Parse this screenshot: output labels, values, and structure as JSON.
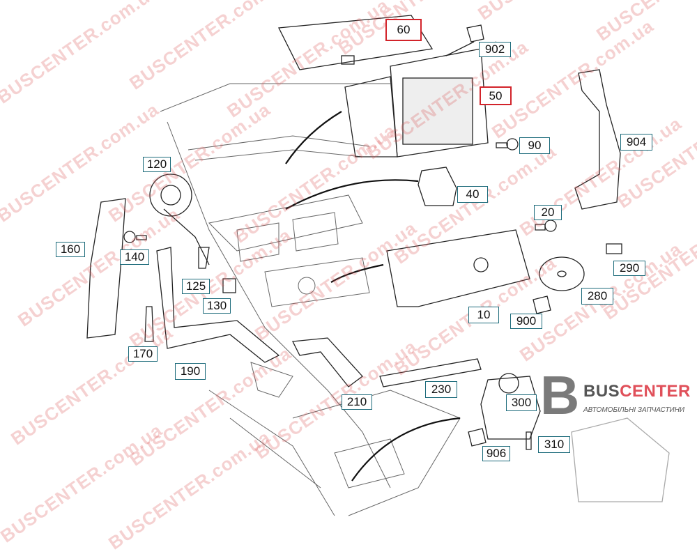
{
  "watermark": "BUSCENTER.com.ua",
  "logo": {
    "name_a": "BUS",
    "name_b": "CENTER",
    "letter": "B",
    "tagline": "АВТОМОБІЛЬНІ ЗАПЧАСТИНИ"
  },
  "colors": {
    "highlight": "#d2232a",
    "label_border": "#1b6a7a",
    "watermark": "#dc5a5a"
  },
  "parts": [
    {
      "id": "60",
      "highlighted": true
    },
    {
      "id": "902",
      "highlighted": false
    },
    {
      "id": "50",
      "highlighted": true
    },
    {
      "id": "90",
      "highlighted": false
    },
    {
      "id": "904",
      "highlighted": false
    },
    {
      "id": "120",
      "highlighted": false
    },
    {
      "id": "40",
      "highlighted": false
    },
    {
      "id": "20",
      "highlighted": false
    },
    {
      "id": "160",
      "highlighted": false
    },
    {
      "id": "140",
      "highlighted": false
    },
    {
      "id": "290",
      "highlighted": false
    },
    {
      "id": "125",
      "highlighted": false
    },
    {
      "id": "130",
      "highlighted": false
    },
    {
      "id": "280",
      "highlighted": false
    },
    {
      "id": "10",
      "highlighted": false
    },
    {
      "id": "900",
      "highlighted": false
    },
    {
      "id": "170",
      "highlighted": false
    },
    {
      "id": "190",
      "highlighted": false
    },
    {
      "id": "230",
      "highlighted": false
    },
    {
      "id": "210",
      "highlighted": false
    },
    {
      "id": "300",
      "highlighted": false
    },
    {
      "id": "906",
      "highlighted": false
    },
    {
      "id": "310",
      "highlighted": false
    }
  ]
}
